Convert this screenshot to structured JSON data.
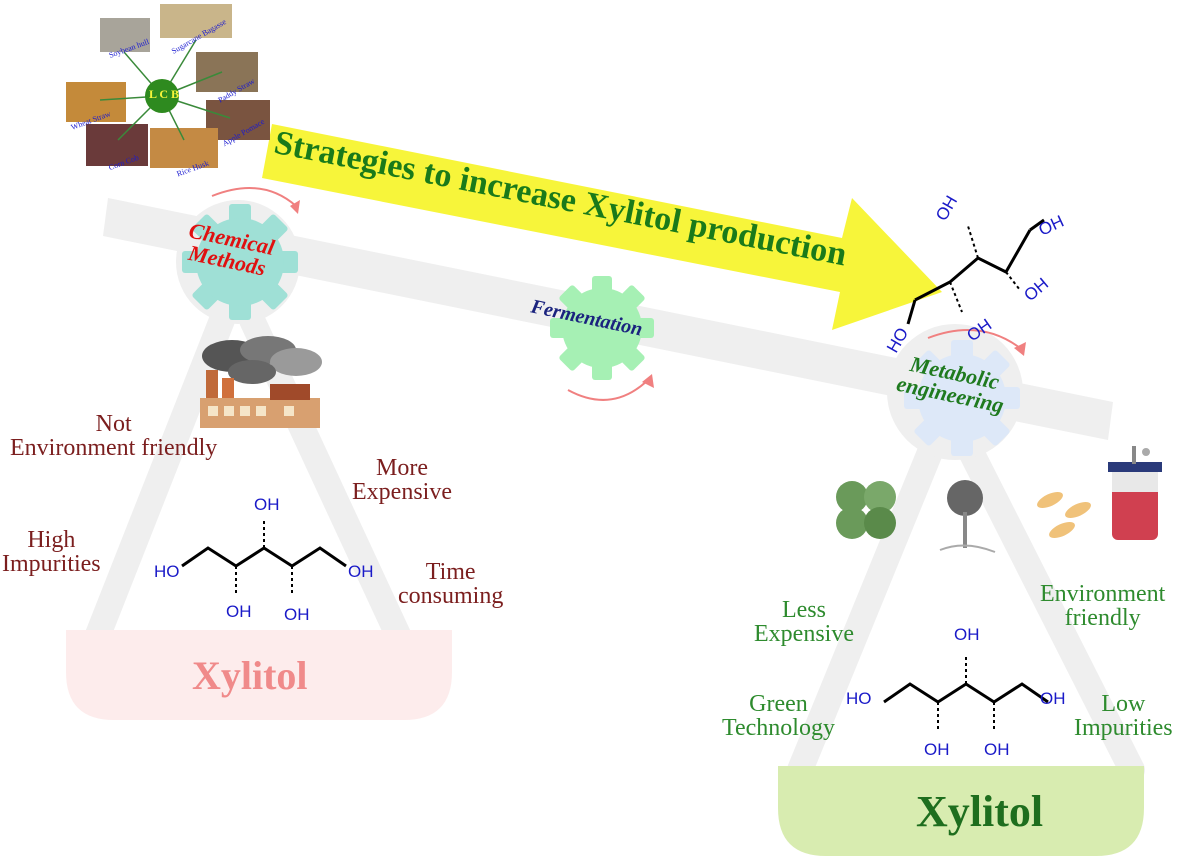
{
  "title": "Strategies to increase Xylitol production",
  "lcb": {
    "center": "L C B",
    "sources": [
      "Sugarcane Bagasse",
      "Soybean hull",
      "Paddy Straw",
      "Apple Pomace",
      "Rice Husk",
      "Corn Cob",
      "Wheat Straw"
    ]
  },
  "gears": {
    "chemical": "Chemical\nMethods",
    "fermentation": "Fermentation",
    "metabolic": "Metabolic\nengineering"
  },
  "left": {
    "not_env": "Not\nEnvironment friendly",
    "more_expensive": "More\nExpensive",
    "high_impurities": "High\nImpurities",
    "time_consuming": "Time\nconsuming",
    "product": "Xylitol"
  },
  "right": {
    "less_expensive": "Less\nExpensive",
    "env_friendly": "Environment\nfriendly",
    "green_tech": "Green\nTechnology",
    "low_impurities": "Low\nImpurities",
    "product": "Xylitol"
  },
  "molecule": {
    "oh": "OH",
    "ho": "HO"
  },
  "colors": {
    "arrow": "#f7f53a",
    "arrow_text": "#1a7a1a",
    "left_negative": "#7b1e1e",
    "right_positive": "#2e8b2e",
    "chemical_gear": "#9fe0d6",
    "fermentation_gear": "#a6f0b4",
    "metabolic_gear": "#dde8f8"
  }
}
